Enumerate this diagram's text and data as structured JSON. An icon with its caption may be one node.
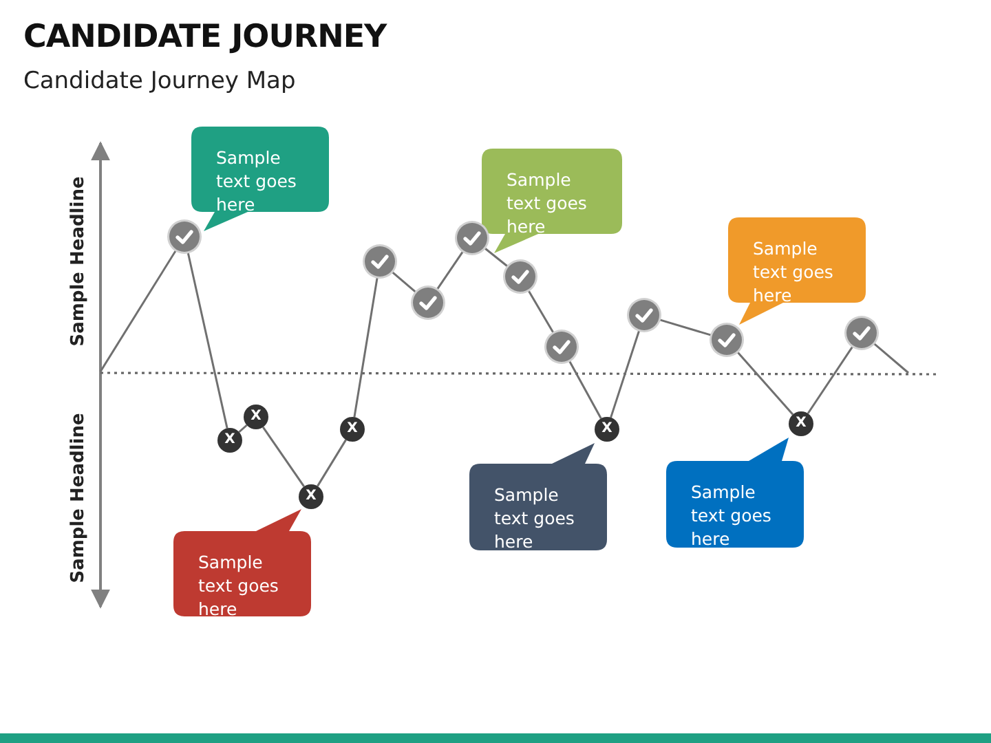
{
  "diagram": {
    "title": "CANDIDATE JOURNEY",
    "nodes": [
      {
        "text": [],
        "shape": "circle"
      },
      {
        "text": [
          "X"
        ]
      },
      {
        "text": [
          "X"
        ]
      },
      {
        "text": [
          "X"
        ]
      },
      {
        "text": [
          "X"
        ]
      },
      {
        "text": [],
        "shape": "circle"
      },
      {
        "text": [],
        "shape": "circle"
      },
      {
        "text": [],
        "shape": "circle"
      },
      {
        "text": [],
        "shape": "circle"
      },
      {
        "text": [],
        "shape": "circle"
      },
      {
        "text": [
          "X"
        ]
      },
      {
        "text": [],
        "shape": "circle"
      },
      {
        "text": [],
        "shape": "circle"
      },
      {
        "text": [
          "X"
        ]
      },
      {
        "text": [],
        "shape": "circle"
      },
      {
        "text": [
          "Sample text goes here"
        ]
      },
      {
        "text": [
          "Sample text goes here"
        ]
      },
      {
        "text": [
          "Sample text goes here"
        ]
      },
      {
        "text": [
          "Sample text goes here"
        ]
      },
      {
        "text": [
          "Sample text goes here"
        ]
      },
      {
        "text": [
          "Sample text goes here"
        ]
      }
    ],
    "edges": [
      {
        "from": null,
        "to": 0,
        "arrow": "none"
      },
      {
        "from": 0,
        "to": 1,
        "arrow": "none"
      },
      {
        "from": 1,
        "to": 2,
        "arrow": "none"
      },
      {
        "from": 2,
        "to": 3,
        "arrow": "none"
      },
      {
        "from": 3,
        "to": 4,
        "arrow": "none"
      },
      {
        "from": 4,
        "to": 5,
        "arrow": "none"
      },
      {
        "from": 5,
        "to": 6,
        "arrow": "none"
      },
      {
        "from": 6,
        "to": 7,
        "arrow": "none"
      },
      {
        "from": 7,
        "to": 8,
        "arrow": "none"
      },
      {
        "from": 8,
        "to": 9,
        "arrow": "none"
      },
      {
        "from": 9,
        "to": 10,
        "arrow": "none"
      },
      {
        "from": 10,
        "to": 11,
        "arrow": "none"
      },
      {
        "from": 11,
        "to": 12,
        "arrow": "none"
      },
      {
        "from": 12,
        "to": 13,
        "arrow": "none"
      },
      {
        "from": 13,
        "to": 14,
        "arrow": "none"
      },
      {
        "from": 14,
        "to": null,
        "arrow": "none"
      }
    ],
    "labels": [
      "Candidate Journey Map",
      "Sample Headline",
      "Sample Headline"
    ]
  }
}
